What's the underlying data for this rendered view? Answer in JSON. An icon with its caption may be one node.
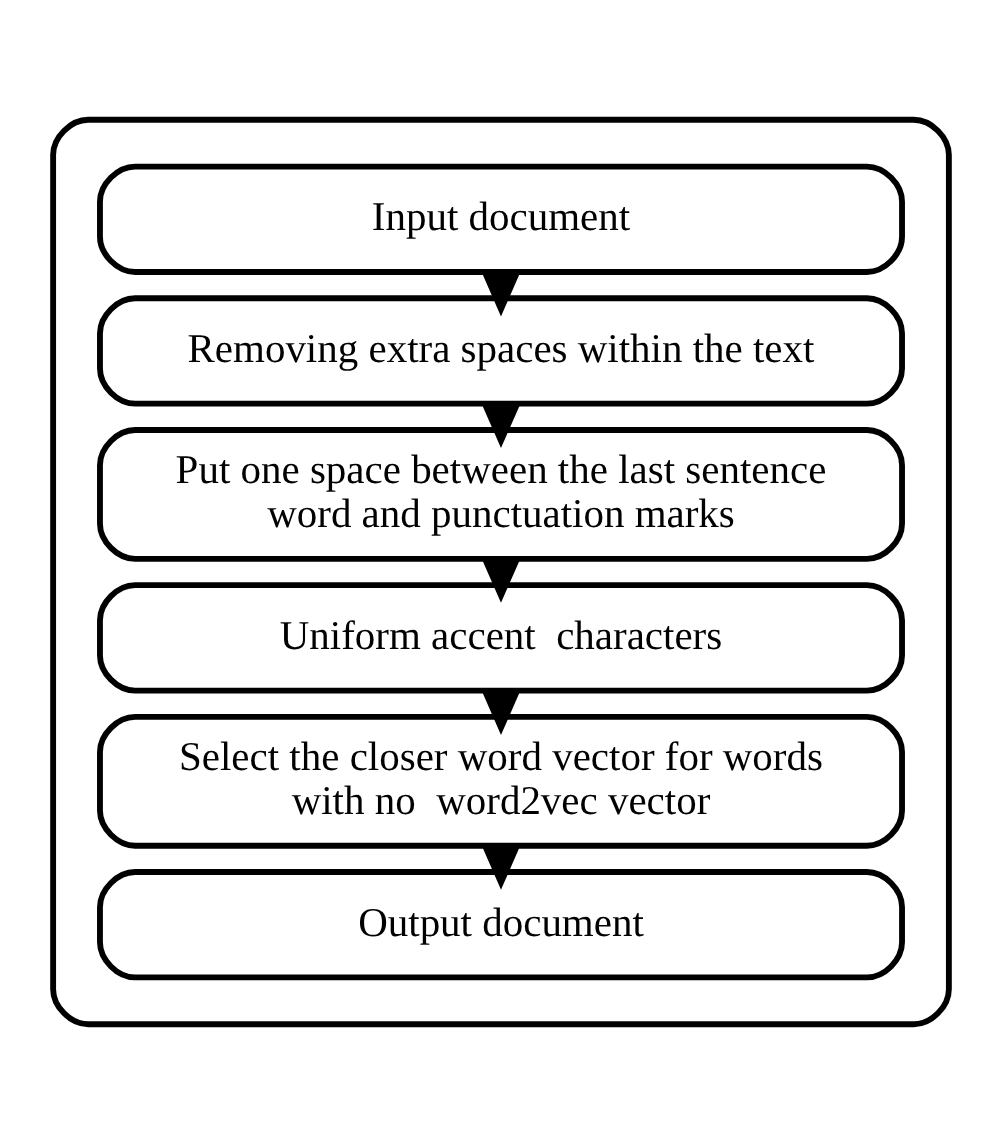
{
  "diagram": {
    "nodes": [
      {
        "text": [],
        "shape": "box"
      },
      {
        "text": [
          "Input document"
        ],
        "in": 0
      },
      {
        "text": [
          "Removing extra spaces within the text"
        ],
        "in": 0
      },
      {
        "text": [
          "Put one space between the last sentence word and punctuation marks"
        ],
        "in": 0
      },
      {
        "text": [
          "Uniform accent  characters"
        ],
        "in": 0
      },
      {
        "text": [
          "Select the closer word vector for words with no  word2vec vector"
        ],
        "in": 0
      },
      {
        "text": [
          "Output document"
        ],
        "in": 0
      }
    ],
    "edges": [
      {
        "from": 1,
        "to": 2,
        "arrow": "to",
        "style": "thick"
      },
      {
        "from": 2,
        "to": 3,
        "arrow": "to",
        "style": "thick"
      },
      {
        "from": 3,
        "to": 4,
        "arrow": "to",
        "style": "thick"
      },
      {
        "from": 4,
        "to": 5,
        "arrow": "to",
        "style": "thick"
      },
      {
        "from": 5,
        "to": 6,
        "arrow": "to",
        "style": "thick"
      }
    ]
  }
}
